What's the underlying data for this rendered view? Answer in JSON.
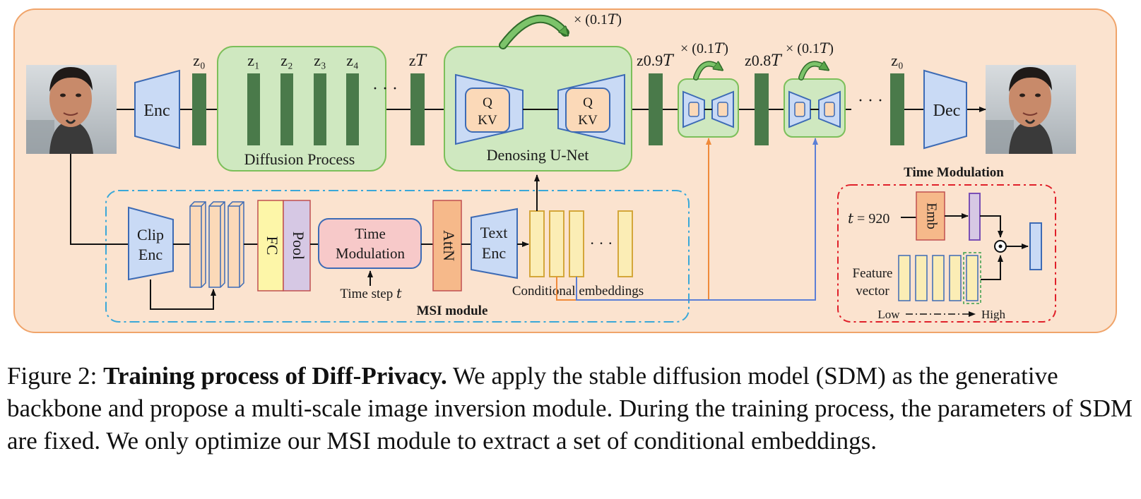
{
  "diagram": {
    "latents": {
      "z0_in": "z₀",
      "z1": "z₁",
      "z2": "z₂",
      "z3": "z₃",
      "z4": "z₄",
      "zT": "z𝑇",
      "z09T": "z0.9𝑇",
      "z08T": "z0.8𝑇",
      "z0_out": "z₀"
    },
    "repeat_top": "× (0.1𝑇)",
    "repeat_1": "× (0.1𝑇)",
    "repeat_2": "× (0.1𝑇)",
    "enc": "Enc",
    "dec": "Dec",
    "diffusion_process": "Diffusion Process",
    "denoising_unet": "Denosing U-Net",
    "attn_q": "Q",
    "attn_kv": "KV",
    "ellipsis": "· · ·",
    "clip_enc_1": "Clip",
    "clip_enc_2": "Enc",
    "fc": "FC",
    "pool": "Pool",
    "time_mod_1": "Time",
    "time_mod_2": "Modulation",
    "time_step": "Time step 𝑡",
    "attn": "AttN",
    "text_enc_1": "Text",
    "text_enc_2": "Enc",
    "cond_emb": "Conditional embeddings",
    "msi_module": "MSI module",
    "tm_title": "Time Modulation",
    "t_value": "𝑡 = 920",
    "emb": "Emb",
    "feature_1": "Feature",
    "feature_2": "vector",
    "low": "Low",
    "high": "High",
    "odot": "⊙"
  },
  "caption": {
    "prefix": "Figure 2: ",
    "bold": "Training process of Diff-Privacy.",
    "rest": " We apply the stable diffusion model (SDM) as the generative backbone and propose a multi-scale image inversion module. During the training process, the parameters of SDM are fixed. We only optimize our MSI module to extract a set of conditional embeddings."
  },
  "colors": {
    "panel_bg": "#fbe3cf",
    "panel_border": "#f0a46a",
    "green_box": "#cfe8c0",
    "green_border": "#7cbf5a",
    "latent": "#4a7a4a",
    "enc_fill": "#c9daf5",
    "enc_border": "#3d6bb5",
    "qkv_fill": "#fbd9b8",
    "fc_fill": "#fdf6a8",
    "pool_fill": "#d6c8e4",
    "time_fill": "#f7c9c9",
    "attn_fill": "#f6b98a",
    "emb_fill": "#fbedb5",
    "emb_border": "#d4a63a",
    "orange_line": "#f08a3a",
    "blue_line": "#5b7fd6",
    "msi_border": "#3aa8d8",
    "tm_border": "#e0202a"
  },
  "icons": [
    "face-photo-input",
    "face-photo-output",
    "curved-arrow-icon",
    "odot-icon"
  ]
}
